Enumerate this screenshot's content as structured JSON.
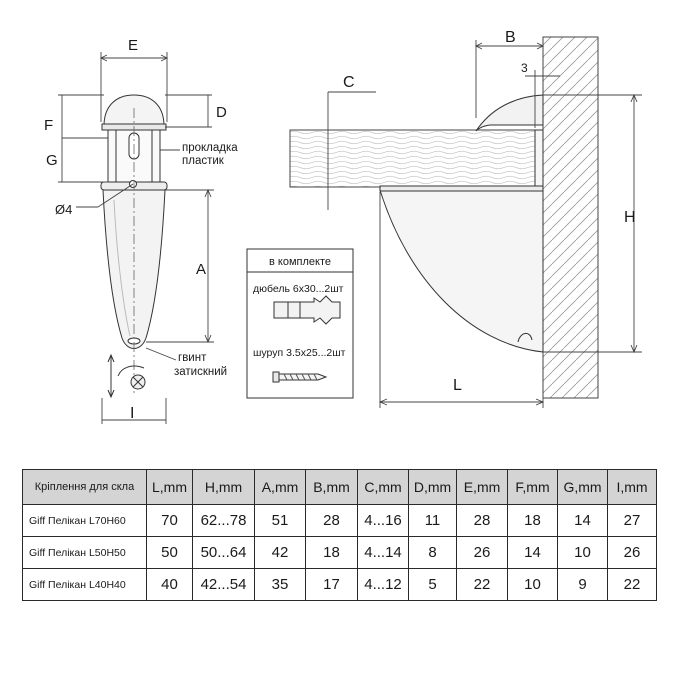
{
  "labels": {
    "E": "E",
    "D": "D",
    "F": "F",
    "G": "G",
    "A": "A",
    "I": "I",
    "B": "B",
    "C": "C",
    "H": "H",
    "L": "L",
    "three": "3",
    "diameter": "Ø4",
    "gasket_1": "прокладка",
    "gasket_2": "пластик",
    "screw_1": "гвинт",
    "screw_2": "затискний"
  },
  "kit": {
    "title": "в комплекте",
    "dowel": "дюбель 6х30...2шт",
    "screw": "шуруп 3.5х25...2шт"
  },
  "table": {
    "headers": [
      "Кріплення для скла",
      "L,mm",
      "H,mm",
      "A,mm",
      "B,mm",
      "C,mm",
      "D,mm",
      "E,mm",
      "F,mm",
      "G,mm",
      "I,mm"
    ],
    "rows": [
      [
        "Giff Пелікан L70H60",
        "70",
        "62...78",
        "51",
        "28",
        "4...16",
        "11",
        "28",
        "18",
        "14",
        "27"
      ],
      [
        "Giff Пелікан L50H50",
        "50",
        "50...64",
        "42",
        "18",
        "4...14",
        "8",
        "26",
        "14",
        "10",
        "26"
      ],
      [
        "Giff Пелікан L40H40",
        "40",
        "42...54",
        "35",
        "17",
        "4...12",
        "5",
        "22",
        "10",
        "9",
        "22"
      ]
    ]
  }
}
